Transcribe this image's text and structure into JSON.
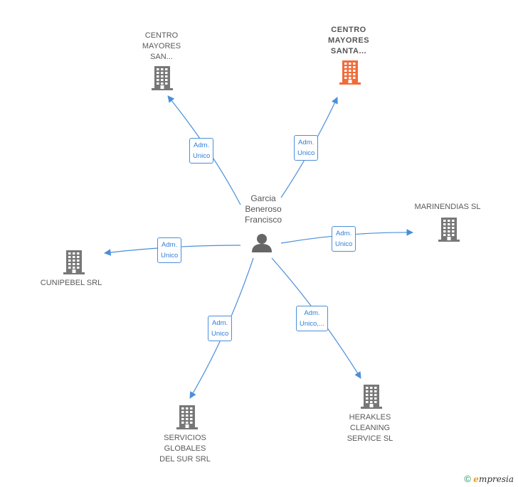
{
  "center": {
    "name": "Garcia\nBeneroso\nFrancisco",
    "icon": "person-icon"
  },
  "companies": [
    {
      "id": "centro-mayores-san",
      "name": "CENTRO\nMAYORES\nSAN...",
      "relation": "Adm.\nUnico",
      "highlight": false
    },
    {
      "id": "centro-mayores-santa",
      "name": "CENTRO\nMAYORES\nSANTA...",
      "relation": "Adm.\nUnico",
      "highlight": true
    },
    {
      "id": "marinendias-sl",
      "name": "MARINENDIAS SL",
      "relation": "Adm.\nUnico",
      "highlight": false
    },
    {
      "id": "cunipebel-srl",
      "name": "CUNIPEBEL SRL",
      "relation": "Adm.\nUnico",
      "highlight": false
    },
    {
      "id": "servicios-globales",
      "name": "SERVICIOS\nGLOBALES\nDEL SUR SRL",
      "relation": "Adm.\nUnico",
      "highlight": false
    },
    {
      "id": "herakles-cleaning",
      "name": "HERAKLES\nCLEANING\nSERVICE  SL",
      "relation": "Adm.\nUnico,...",
      "highlight": false
    }
  ],
  "colors": {
    "edge": "#4a8fd9",
    "building": "#777777",
    "highlight": "#f26b3a",
    "person": "#666666"
  },
  "footer": {
    "copyright": "©",
    "brand_e": "e",
    "brand_rest": "mpresia"
  }
}
